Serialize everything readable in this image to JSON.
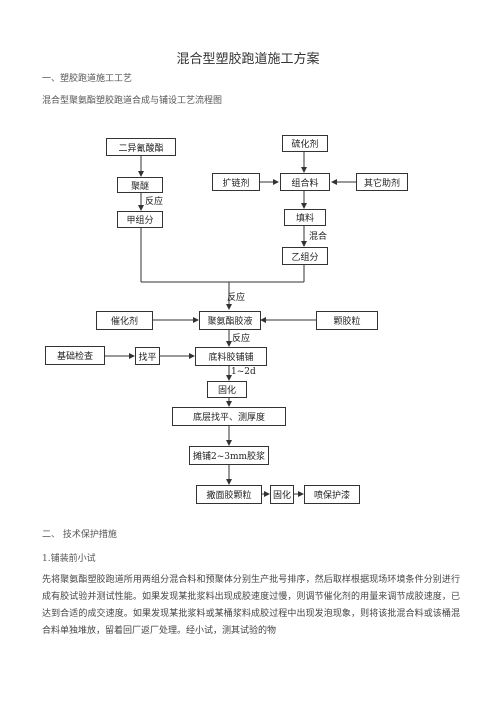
{
  "title": "混合型塑胶跑道施工方案",
  "section1": {
    "heading": "一、塑胶跑道施工工艺",
    "subheading": "混合型聚氨酯塑胶跑道合成与铺设工艺流程图"
  },
  "flow": {
    "diisocyanate": "二异氰酸酯",
    "polyether": "聚醚",
    "component_a": "甲组分",
    "vulcanizer": "硫化剂",
    "chain_extender": "扩链剂",
    "compound": "组合料",
    "other_additives": "其它助剂",
    "filler": "填料",
    "component_b": "乙组分",
    "catalyst": "催化剂",
    "pu_glue": "聚氨酯胶液",
    "rubber_granules": "颗胶粒",
    "base_check": "基础检查",
    "leveling": "找平",
    "base_paving": "底料胶铺铺",
    "curing1": "固化",
    "level_thickness": "底层找平、测厚度",
    "paving_glue": "摊铺2~3mm胶浆",
    "spread_granules": "撒面胶颗粒",
    "curing2": "固化",
    "spray_protect": "喷保护漆",
    "label_react1": "反应",
    "label_mix": "混合",
    "label_react2": "反应",
    "label_react3": "反应",
    "label_time": "1~2d"
  },
  "section2": {
    "heading": "二、 技术保护措施",
    "item1": "1.铺装前小试",
    "paragraph": "先将聚氨酯塑胶跑道所用两组分混合料和预聚体分别生产批号排序，然后取样根据现场环境条件分别进行成有胶试验并测试性能。如果发现某批浆料出现成胶速度过慢，则调节催化剂的用量来调节成胶速度，已达到合适的成交速度。如果发现某批浆料或某桶浆料成胶过程中出现发泡现象，则将该批混合料或该桶混合料单独堆放，留着回厂返厂处理。经小试，测其试验的物"
  }
}
